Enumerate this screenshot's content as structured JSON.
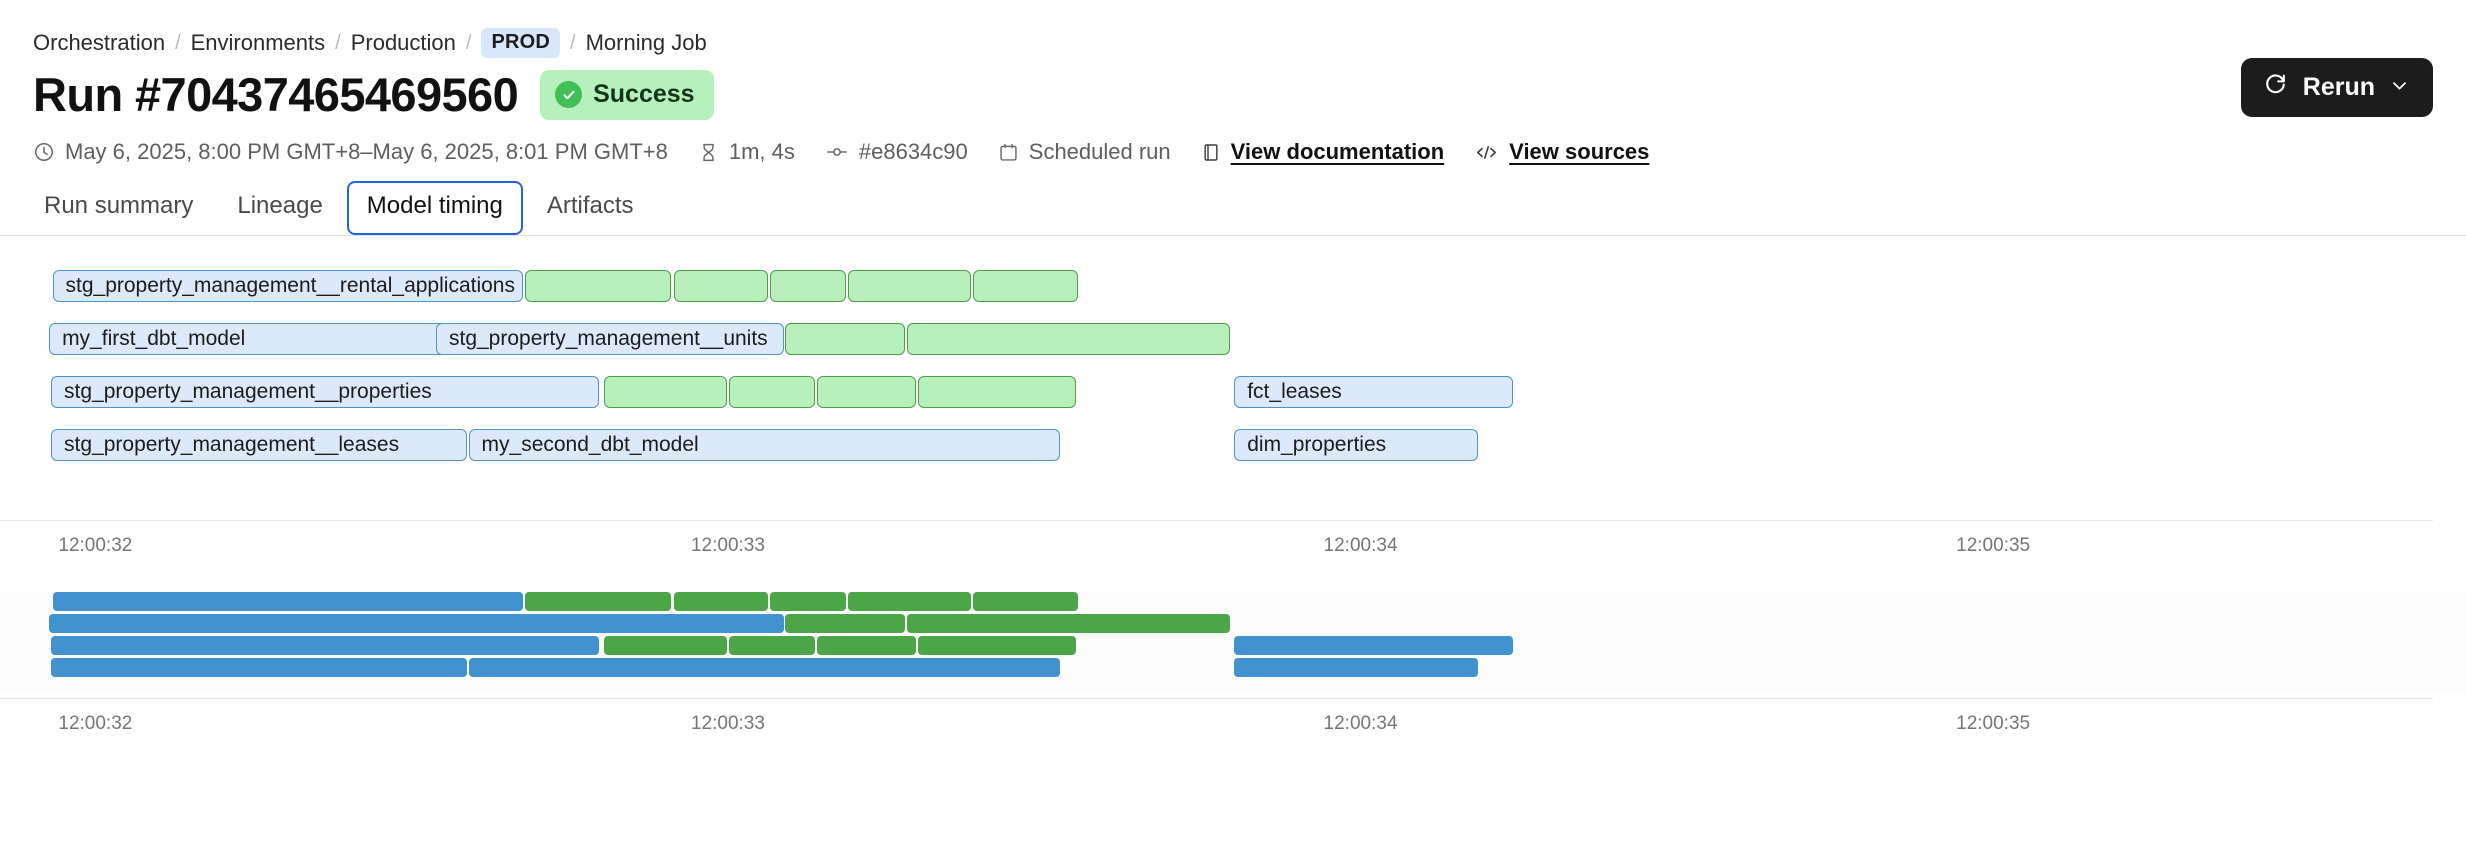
{
  "breadcrumb": {
    "items": [
      {
        "label": "Orchestration",
        "type": "link"
      },
      {
        "label": "Environments",
        "type": "link"
      },
      {
        "label": "Production",
        "type": "link"
      },
      {
        "label": "PROD",
        "type": "badge"
      },
      {
        "label": "Morning Job",
        "type": "text"
      }
    ],
    "separator": "/"
  },
  "header": {
    "title": "Run #70437465469560",
    "status": {
      "label": "Success",
      "icon": "check-circle-icon",
      "bg_color": "#b6f0bd",
      "accent_color": "#3fbf54"
    },
    "rerun": {
      "label": "Rerun",
      "icon": "refresh-icon",
      "caret": "chevron-down-icon"
    }
  },
  "meta": {
    "items": [
      {
        "icon": "clock-icon",
        "text": "May 6, 2025, 8:00 PM GMT+8–May 6, 2025, 8:01 PM GMT+8",
        "link": false
      },
      {
        "icon": "hourglass-icon",
        "text": "1m, 4s",
        "link": false
      },
      {
        "icon": "commit-icon",
        "text": "#e8634c90",
        "link": false
      },
      {
        "icon": "calendar-icon",
        "text": "Scheduled run",
        "link": false
      },
      {
        "icon": "book-icon",
        "text": "View documentation",
        "link": true
      },
      {
        "icon": "code-icon",
        "text": "View sources",
        "link": true
      }
    ]
  },
  "tabs": [
    {
      "label": "Run summary",
      "active": false
    },
    {
      "label": "Lineage",
      "active": false
    },
    {
      "label": "Model timing",
      "active": true
    },
    {
      "label": "Artifacts",
      "active": false
    }
  ],
  "chart_data": {
    "type": "bar",
    "title": "Model timing",
    "xlabel": "",
    "ylabel": "",
    "grid": false,
    "legend": null,
    "axis": {
      "ticks": [
        "12:00:32",
        "12:00:33",
        "12:00:34",
        "12:00:35"
      ],
      "tick_positions_pct": [
        2.4,
        28.4,
        54.4,
        80.4
      ],
      "range_start": "12:00:32",
      "range_end": "12:00:35"
    },
    "colors": {
      "model_fill": "#dbe9fb",
      "model_border": "#4f93c9",
      "test_fill": "#b8f0bb",
      "test_border": "#4e9d4a",
      "minimap_model": "#4093cf",
      "minimap_test": "#4ca547"
    },
    "rows": [
      {
        "index": 0,
        "segments": [
          {
            "label": "stg_property_management__rental_applications",
            "kind": "model",
            "left_pct": 2.13,
            "width_pct": 19.09
          },
          {
            "label": "",
            "kind": "test",
            "left_pct": 21.29,
            "width_pct": 5.92
          },
          {
            "label": "",
            "kind": "test",
            "left_pct": 27.33,
            "width_pct": 3.81
          },
          {
            "label": "",
            "kind": "test",
            "left_pct": 31.23,
            "width_pct": 3.08
          },
          {
            "label": "",
            "kind": "test",
            "left_pct": 34.4,
            "width_pct": 4.99
          },
          {
            "label": "",
            "kind": "test",
            "left_pct": 39.46,
            "width_pct": 4.26
          }
        ]
      },
      {
        "index": 1,
        "segments": [
          {
            "label": "my_first_dbt_model",
            "kind": "model",
            "left_pct": 1.99,
            "width_pct": 16.65
          },
          {
            "label": "stg_property_management__units",
            "kind": "model",
            "left_pct": 17.68,
            "width_pct": 14.11
          },
          {
            "label": "",
            "kind": "test",
            "left_pct": 31.83,
            "width_pct": 4.87
          },
          {
            "label": "",
            "kind": "test",
            "left_pct": 36.78,
            "width_pct": 13.1
          }
        ]
      },
      {
        "index": 2,
        "segments": [
          {
            "label": "stg_property_management__properties",
            "kind": "model",
            "left_pct": 2.07,
            "width_pct": 22.24
          },
          {
            "label": "",
            "kind": "test",
            "left_pct": 24.49,
            "width_pct": 4.99
          },
          {
            "label": "",
            "kind": "test",
            "left_pct": 29.56,
            "width_pct": 3.49
          },
          {
            "label": "",
            "kind": "test",
            "left_pct": 33.13,
            "width_pct": 4.01
          },
          {
            "label": "",
            "kind": "test",
            "left_pct": 37.23,
            "width_pct": 6.41
          },
          {
            "label": "fct_leases",
            "kind": "model",
            "left_pct": 50.05,
            "width_pct": 11.31
          }
        ]
      },
      {
        "index": 3,
        "segments": [
          {
            "label": "stg_property_management__leases",
            "kind": "model",
            "left_pct": 2.07,
            "width_pct": 16.85
          },
          {
            "label": "my_second_dbt_model",
            "kind": "model",
            "left_pct": 19.0,
            "width_pct": 23.99
          },
          {
            "label": "dim_properties",
            "kind": "model",
            "left_pct": 50.05,
            "width_pct": 9.89
          }
        ]
      }
    ],
    "minimap_rows": [
      {
        "index": 0,
        "segments": [
          {
            "kind": "model",
            "left_pct": 2.13,
            "width_pct": 19.09
          },
          {
            "kind": "test",
            "left_pct": 21.29,
            "width_pct": 5.92
          },
          {
            "kind": "test",
            "left_pct": 27.33,
            "width_pct": 3.81
          },
          {
            "kind": "test",
            "left_pct": 31.23,
            "width_pct": 3.08
          },
          {
            "kind": "test",
            "left_pct": 34.4,
            "width_pct": 4.99
          },
          {
            "kind": "test",
            "left_pct": 39.46,
            "width_pct": 4.26
          }
        ]
      },
      {
        "index": 1,
        "segments": [
          {
            "kind": "model",
            "left_pct": 1.99,
            "width_pct": 16.65
          },
          {
            "kind": "model",
            "left_pct": 17.68,
            "width_pct": 14.11
          },
          {
            "kind": "test",
            "left_pct": 31.83,
            "width_pct": 4.87
          },
          {
            "kind": "test",
            "left_pct": 36.78,
            "width_pct": 13.1
          }
        ]
      },
      {
        "index": 2,
        "segments": [
          {
            "kind": "model",
            "left_pct": 2.07,
            "width_pct": 22.24
          },
          {
            "kind": "test",
            "left_pct": 24.49,
            "width_pct": 4.99
          },
          {
            "kind": "test",
            "left_pct": 29.56,
            "width_pct": 3.49
          },
          {
            "kind": "test",
            "left_pct": 33.13,
            "width_pct": 4.01
          },
          {
            "kind": "test",
            "left_pct": 37.23,
            "width_pct": 6.41
          },
          {
            "kind": "model",
            "left_pct": 50.05,
            "width_pct": 11.31
          }
        ]
      },
      {
        "index": 3,
        "segments": [
          {
            "kind": "model",
            "left_pct": 2.07,
            "width_pct": 16.85
          },
          {
            "kind": "model",
            "left_pct": 19.0,
            "width_pct": 23.99
          },
          {
            "kind": "model",
            "left_pct": 50.05,
            "width_pct": 9.89
          }
        ]
      }
    ],
    "minimap_axis": {
      "ticks": [
        "12:00:32",
        "12:00:33",
        "12:00:34",
        "12:00:35"
      ],
      "tick_positions_pct": [
        2.4,
        28.4,
        54.4,
        80.4
      ]
    }
  }
}
